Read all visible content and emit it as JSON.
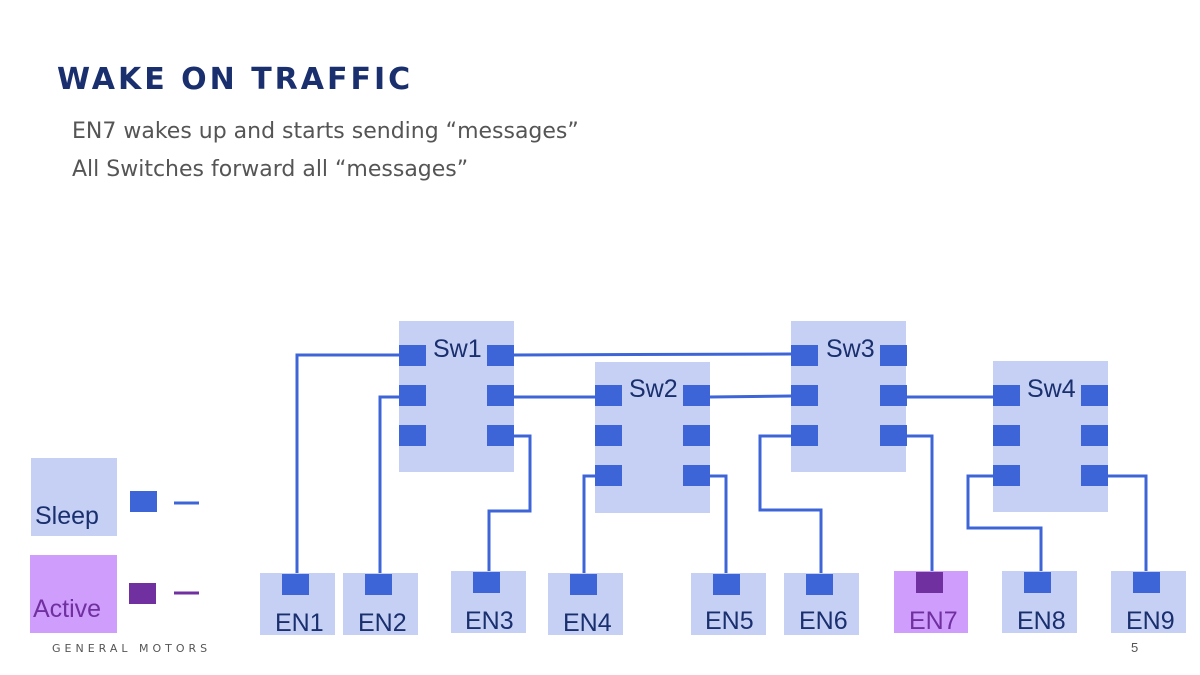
{
  "slide": {
    "title": "WAKE ON TRAFFIC",
    "bullets": [
      "EN7 wakes up and starts sending “messages”",
      "All Switches forward all “messages”"
    ],
    "brand": "GENERAL MOTORS",
    "page_number": "5"
  },
  "colors": {
    "sleep_box": "#c5d0f4",
    "sleep_port": "#3d65d8",
    "active_box": "#cf9dfc",
    "active_port": "#7030a0",
    "link": "#3d65d8",
    "label": "#1a2f6e"
  },
  "legend": {
    "sleep_label": "Sleep",
    "active_label": "Active"
  },
  "diagram": {
    "switches": [
      {
        "id": "sw1",
        "label": "Sw1"
      },
      {
        "id": "sw2",
        "label": "Sw2"
      },
      {
        "id": "sw3",
        "label": "Sw3"
      },
      {
        "id": "sw4",
        "label": "Sw4"
      }
    ],
    "endnodes": [
      {
        "id": "en1",
        "label": "EN1",
        "state": "sleep"
      },
      {
        "id": "en2",
        "label": "EN2",
        "state": "sleep"
      },
      {
        "id": "en3",
        "label": "EN3",
        "state": "sleep"
      },
      {
        "id": "en4",
        "label": "EN4",
        "state": "sleep"
      },
      {
        "id": "en5",
        "label": "EN5",
        "state": "sleep"
      },
      {
        "id": "en6",
        "label": "EN6",
        "state": "sleep"
      },
      {
        "id": "en7",
        "label": "EN7",
        "state": "active"
      },
      {
        "id": "en8",
        "label": "EN8",
        "state": "sleep"
      },
      {
        "id": "en9",
        "label": "EN9",
        "state": "sleep"
      }
    ]
  }
}
